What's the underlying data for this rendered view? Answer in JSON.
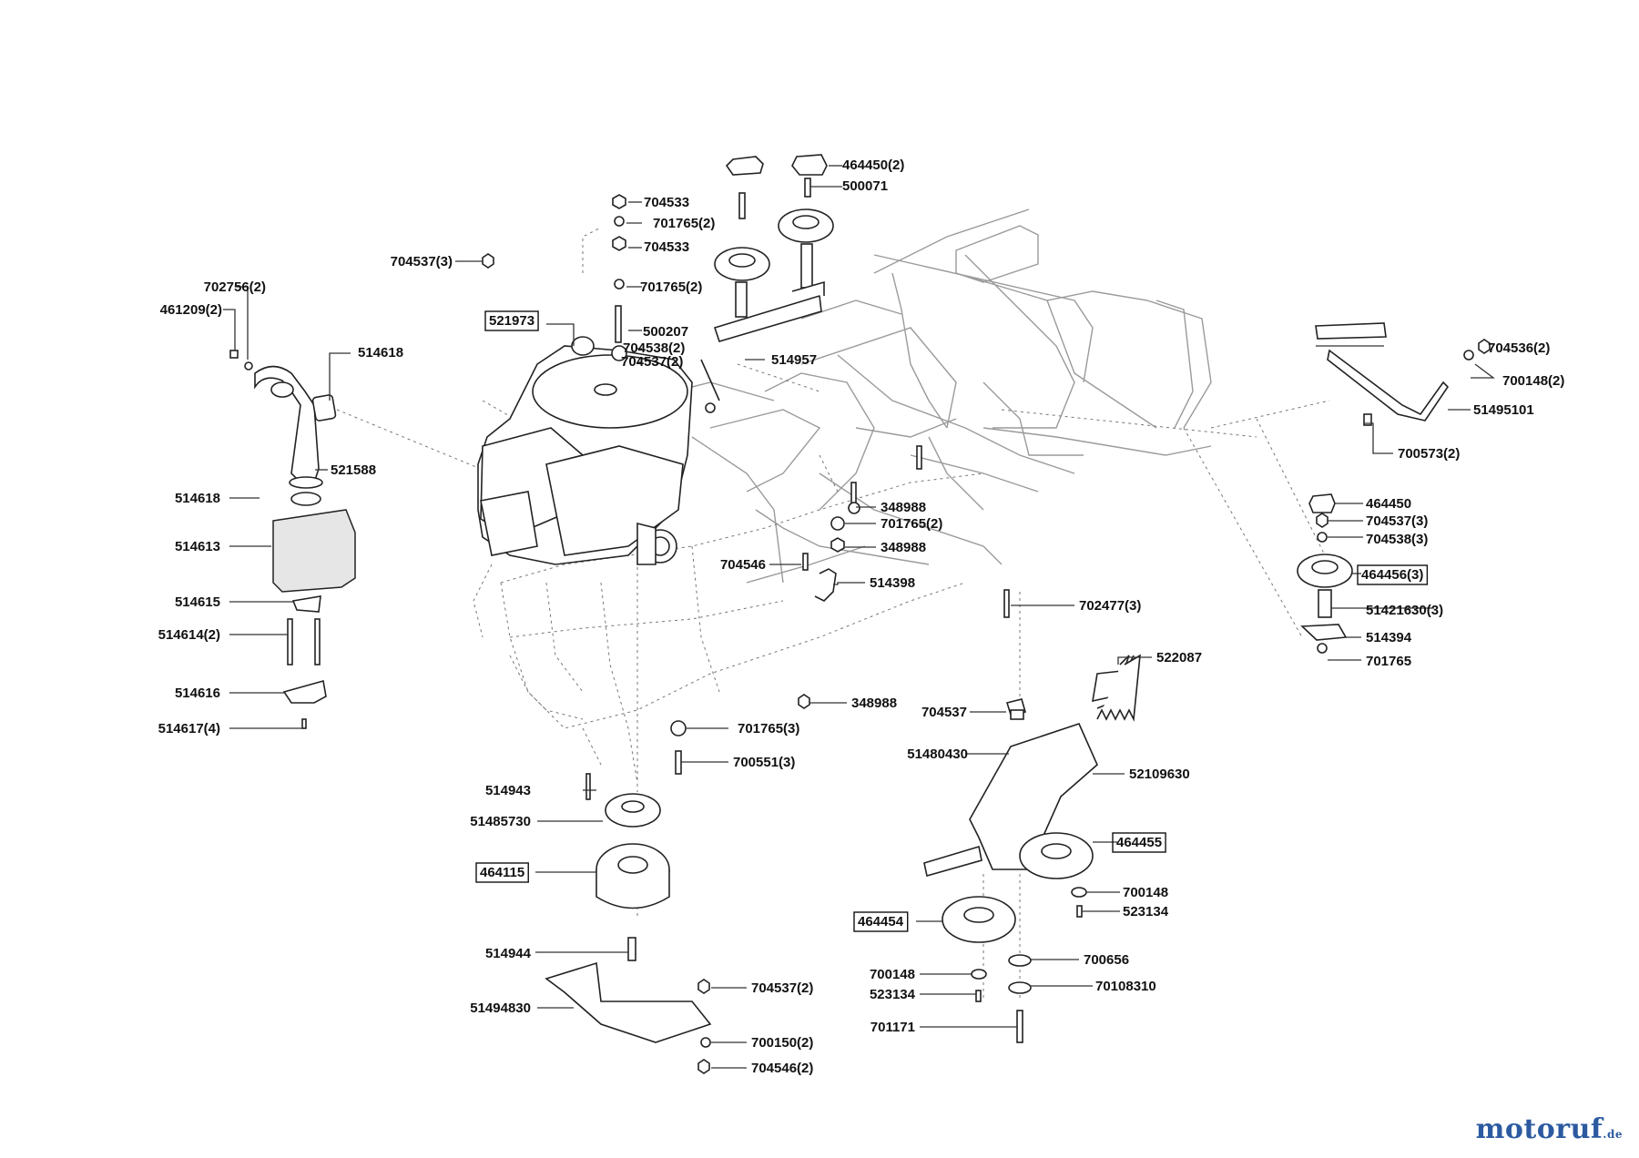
{
  "brand": {
    "name": "motoruf",
    "suffix": ".de",
    "color": "#2c5aa0",
    "accent": "#e8a000"
  },
  "labels": [
    "464450(2)",
    "500071",
    "704533",
    "701765(2)",
    "704533",
    "701765(2)",
    "704537(3)",
    "702756(2)",
    "461209(2)",
    "514618",
    "521973",
    "500207",
    "704538(2)",
    "704537(2)",
    "514957",
    "521588",
    "514618",
    "514613",
    "514615",
    "514614(2)",
    "514616",
    "514617(4)",
    "348988",
    "701765(2)",
    "348988",
    "704546",
    "514398",
    "702477(3)",
    "704536(2)",
    "700148(2)",
    "51495101",
    "700573(2)",
    "464450",
    "704537(3)",
    "704538(3)",
    "464456(3)",
    "51421630(3)",
    "514394",
    "701765",
    "522087",
    "348988",
    "704537",
    "701765(3)",
    "700551(3)",
    "51480430",
    "52109630",
    "514943",
    "51485730",
    "464115",
    "464455",
    "700148",
    "523134",
    "464454",
    "514944",
    "700656",
    "700148",
    "523134",
    "70108310",
    "704537(2)",
    "51494830",
    "701171",
    "700150(2)",
    "704546(2)"
  ]
}
